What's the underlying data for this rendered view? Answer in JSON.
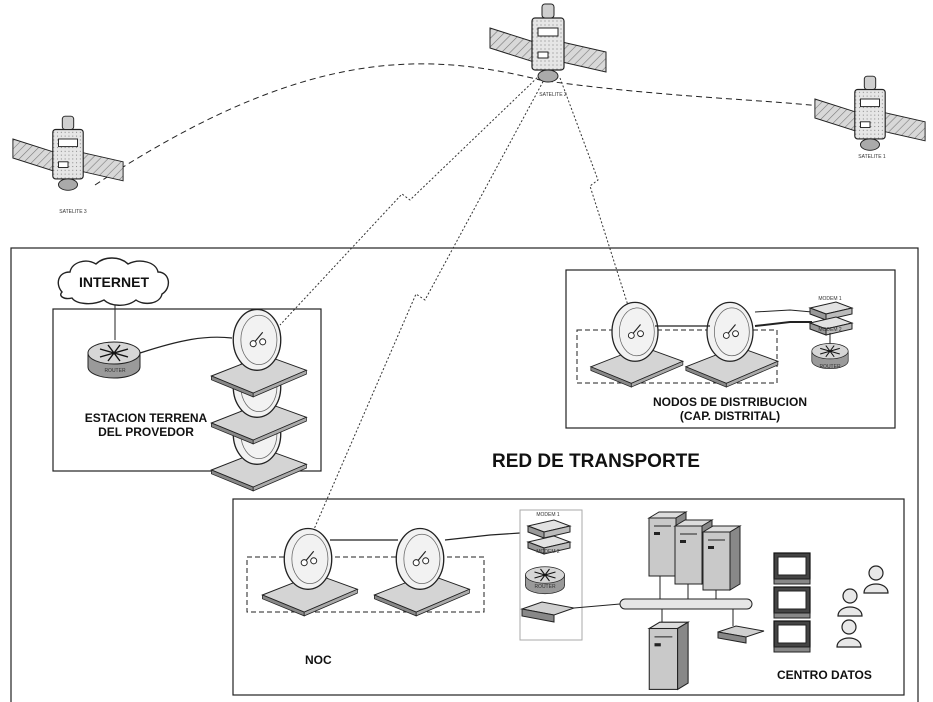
{
  "satellites": [
    {
      "id": "sat3",
      "label": "SATELITE 3"
    },
    {
      "id": "sat2",
      "label": "SATELITE 2"
    },
    {
      "id": "sat1",
      "label": "SATELITE 1"
    }
  ],
  "regions": {
    "transport_network": "RED DE TRANSPORTE",
    "provider_station": {
      "line1": "ESTACION TERRENA",
      "line2": "DEL PROVEDOR"
    },
    "distribution_nodes": {
      "line1": "NODOS DE DISTRIBUCION",
      "line2": "(CAP. DISTRITAL)"
    },
    "noc": "NOC",
    "data_center": "CENTRO DATOS"
  },
  "cloud": {
    "label": "INTERNET"
  },
  "devices": {
    "modem1": "MODEM 1",
    "modem2": "MODEM 2",
    "router": "ROUTER"
  }
}
